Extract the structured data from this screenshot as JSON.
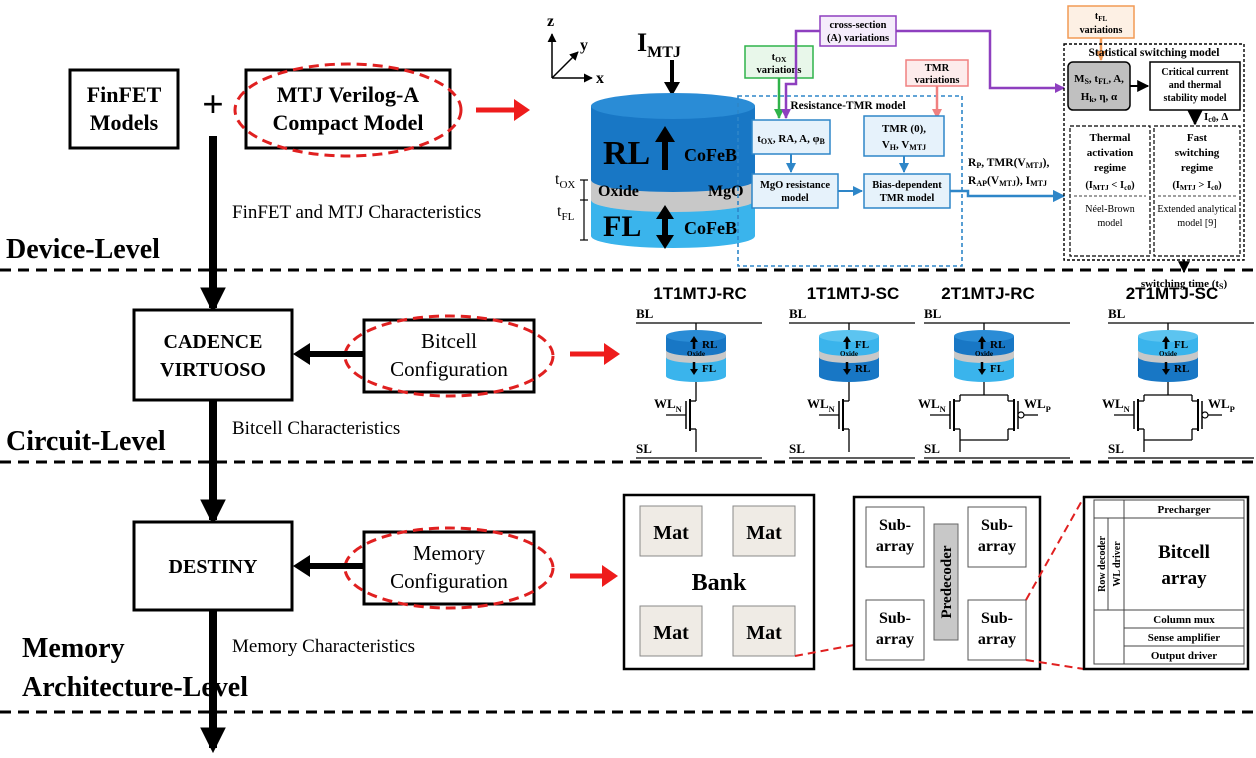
{
  "flow": {
    "finfet_models": [
      "FinFET",
      "Models"
    ],
    "plus": "+",
    "mtj_model": [
      "MTJ Verilog-A",
      "Compact Model"
    ],
    "finfet_mtj_char": "FinFET and MTJ Characteristics",
    "cadence": [
      "CADENCE",
      "VIRTUOSO"
    ],
    "bitcell_config": [
      "Bitcell",
      "Configuration"
    ],
    "bitcell_char": "Bitcell Characteristics",
    "destiny": "DESTINY",
    "memory_config": [
      "Memory",
      "Configuration"
    ],
    "memory_char": "Memory Characteristics"
  },
  "levels": {
    "device": "Device-Level",
    "circuit": "Circuit-Level",
    "memory": [
      "Memory",
      "Architecture-Level"
    ]
  },
  "mtj_stack": {
    "axis_z": "z",
    "axis_y": "y",
    "axis_x": "x",
    "current": "I",
    "current_sub": "MTJ",
    "rl": "RL",
    "rl_mat": "CoFeB",
    "oxide": "Oxide",
    "oxide_mat": "MgO",
    "fl": "FL",
    "fl_mat": "CoFeB",
    "tox": "t",
    "tox_sub": "OX",
    "tfl": "t",
    "tfl_sub": "FL"
  },
  "model": {
    "tox_var": [
      "t",
      "OX",
      "variations"
    ],
    "cross_section": [
      "cross-section",
      "(A) variations"
    ],
    "tmr_var": "TMR variations",
    "tfl_var": [
      "t",
      "FL",
      "variations"
    ],
    "rtmr_title": "Resistance-TMR model",
    "rtmr_params": "tₒₓ, RA, A, φB",
    "tmr0": [
      "TMR (0),",
      "VH, VMTJ"
    ],
    "mgo_res": [
      "MgO resistance",
      "model"
    ],
    "bias_tmr": [
      "Bias-dependent",
      "TMR model"
    ],
    "outputs": [
      "RP, TMR(VMTJ),",
      "RAP(VMTJ), IMTJ"
    ],
    "stat_title": "Statistical switching model",
    "stat_params": [
      "Ms, tFL, A,",
      "Hk, η, α"
    ],
    "critical": [
      "Critical current",
      "and thermal",
      "stability model"
    ],
    "ic0": "Ic0, Δ",
    "thermal": [
      "Thermal",
      "activation",
      "regime",
      "(IMTJ < Ic0)"
    ],
    "neel": [
      "Néel-Brown",
      "model"
    ],
    "fast": [
      "Fast",
      "switching",
      "regime",
      "(IMTJ > Ic0)"
    ],
    "extended": [
      "Extended analytical",
      "model [9]"
    ],
    "switching_time": "switching time (tS)"
  },
  "bitcells": [
    {
      "title": "1T1MTJ-RC",
      "top": "RL",
      "bottom": "FL",
      "wlp": false
    },
    {
      "title": "1T1MTJ-SC",
      "top": "FL",
      "bottom": "RL",
      "wlp": false
    },
    {
      "title": "2T1MTJ-RC",
      "top": "RL",
      "bottom": "FL",
      "wlp": true
    },
    {
      "title": "2T1MTJ-SC",
      "top": "FL",
      "bottom": "RL",
      "wlp": true
    }
  ],
  "bitcell_labels": {
    "bl": "BL",
    "sl": "SL",
    "wln": "WLN",
    "wlp": "WLP",
    "oxide": "Oxide"
  },
  "bank": {
    "mat": "Mat",
    "bank": "Bank"
  },
  "mat_view": {
    "subarray": [
      "Sub-",
      "array"
    ],
    "predecoder": "Predecoder"
  },
  "subarray_view": {
    "precharger": "Precharger",
    "row_decoder": "Row decoder",
    "wl_driver": "WL driver",
    "bitcell_array": [
      "Bitcell",
      "array"
    ],
    "column_mux": "Column mux",
    "sense_amp": "Sense amplifier",
    "output_driver": "Output driver"
  },
  "colors": {
    "arrow_red": "#ee1c1c",
    "ellipse_red": "#e02020",
    "purple": "#8e3fbf",
    "green": "#2fb34a",
    "pink": "#f08080",
    "orange": "#f29a55",
    "blue_line": "#2e86c8",
    "box_fill": "#e6f2fb",
    "mtj_dark": "#1877c5",
    "mtj_light": "#3ab4ec",
    "oxide": "#c8c8c8",
    "mat_fill": "#efebe5"
  }
}
